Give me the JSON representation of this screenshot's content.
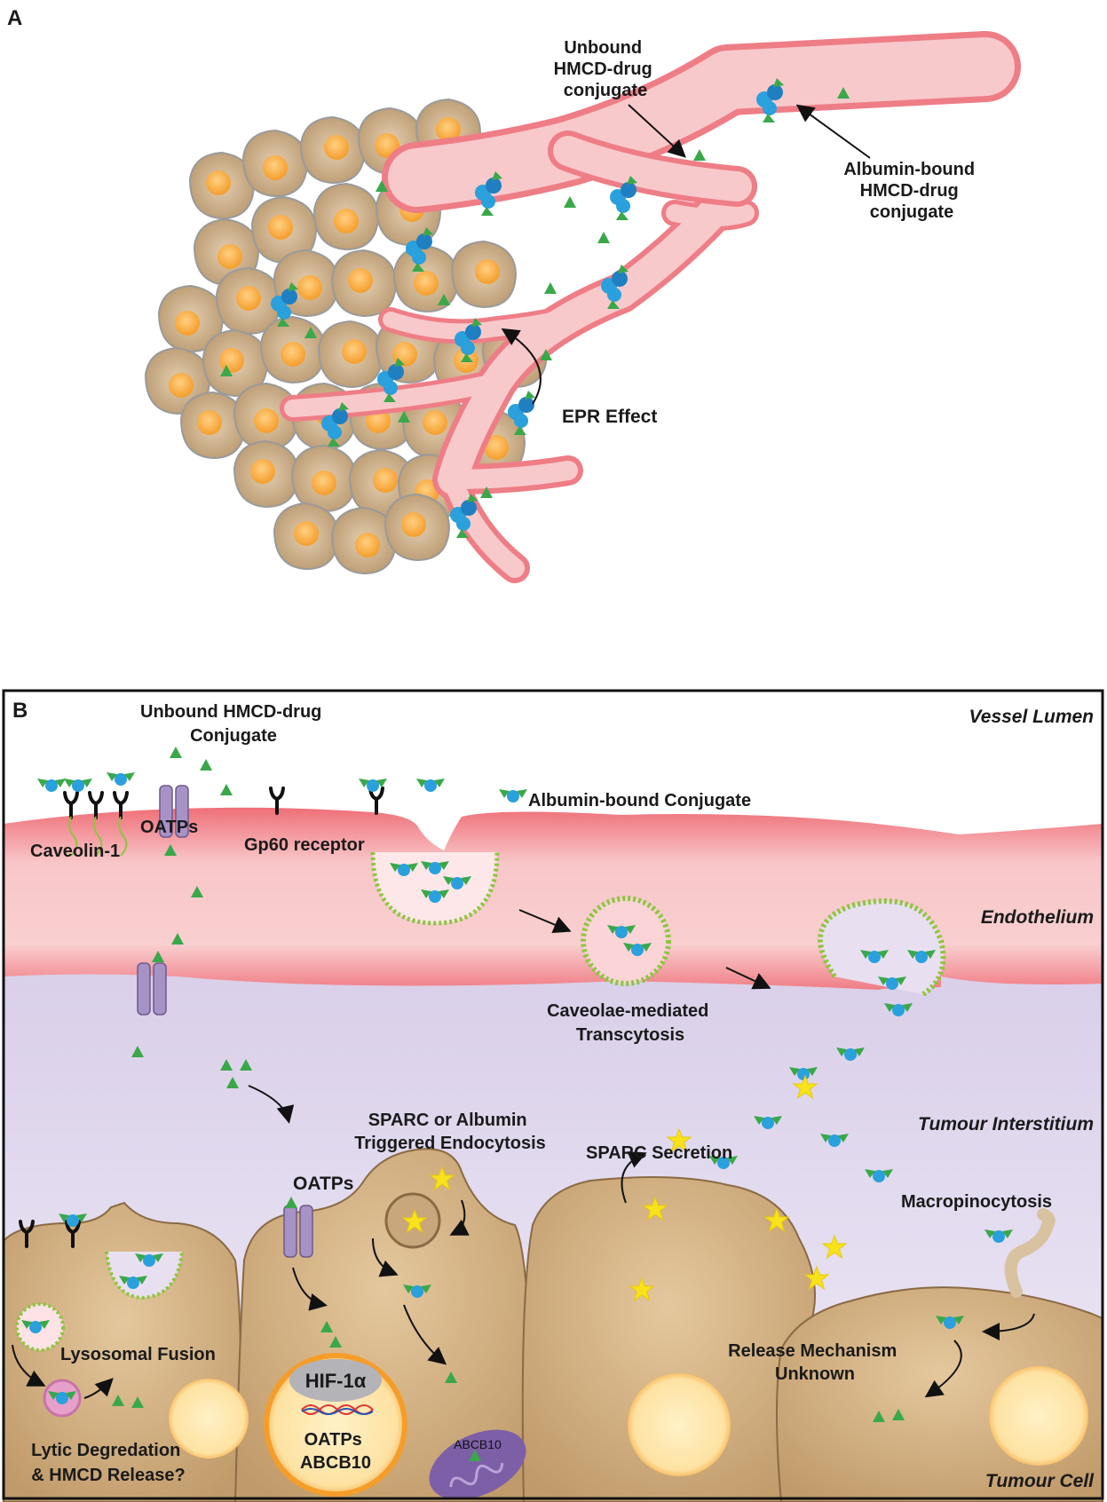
{
  "panel_a": {
    "letter": "A",
    "unbound_label": [
      "Unbound",
      "HMCD-drug",
      "conjugate"
    ],
    "albumin_label": [
      "Albumin-bound",
      "HMCD-drug",
      "conjugate"
    ],
    "epr_label": "EPR Effect"
  },
  "panel_b": {
    "letter": "B",
    "regions": {
      "lumen": "Vessel Lumen",
      "endothelium": "Endothelium",
      "interstitium": "Tumour Interstitium",
      "tumour_cell": "Tumour Cell"
    },
    "labels": {
      "unbound": [
        "Unbound HMCD-drug",
        "Conjugate"
      ],
      "albumin_bound": "Albumin-bound Conjugate",
      "oatps_top": "OATPs",
      "gp60": "Gp60 receptor",
      "caveolin": "Caveolin-1",
      "caveolae": [
        "Caveolae-mediated",
        "Transcytosis"
      ],
      "sparc_endo": [
        "SPARC or Albumin",
        "Triggered Endocytosis"
      ],
      "sparc_secretion": "SPARC Secretion",
      "macropino": "Macropinocytosis",
      "oatps_cell": "OATPs",
      "lysosomal": "Lysosomal Fusion",
      "lytic": [
        "Lytic Degredation",
        "& HMCD Release?"
      ],
      "release": [
        "Release Mechanism",
        "Unknown"
      ],
      "hif": "HIF-1α",
      "nucleus_genes": [
        "OATPs",
        "ABCB10"
      ],
      "abcb10": "ABCB10"
    }
  },
  "colors": {
    "vessel": "#f08a90",
    "endothelium": "#f7c2c4",
    "interstitium": "#e3dcef",
    "cell_body": "#c9a77c",
    "tumour_cell_fill": "#d8b588",
    "nucleus": "#f7a838",
    "drug": "#3aa84a",
    "albumin": "#2aa0dc",
    "caveolin": "#8cc63f",
    "sparc": "#f7e21b"
  }
}
